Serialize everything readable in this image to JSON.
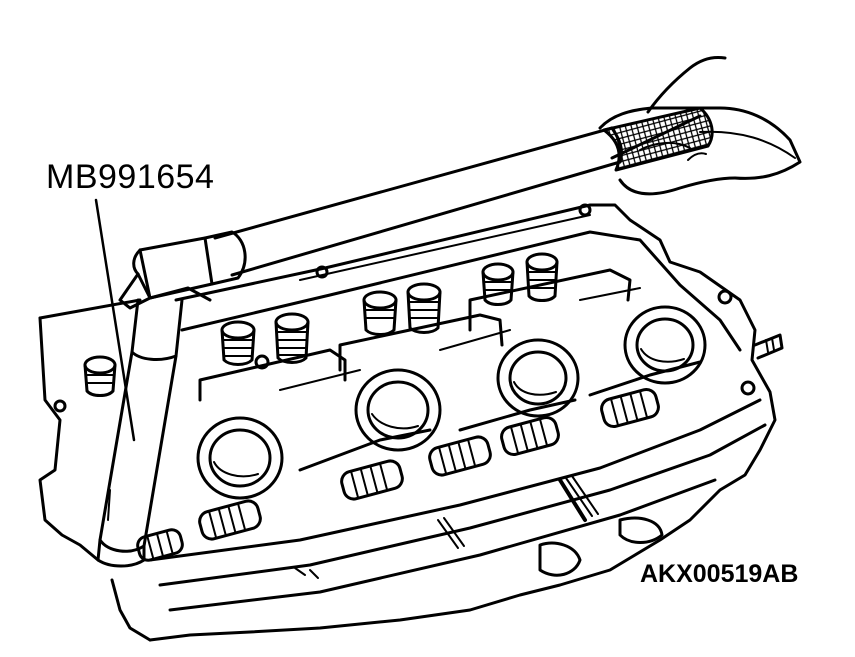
{
  "labels": {
    "tool": "MB991654",
    "figure_code": "AKX00519AB"
  },
  "colors": {
    "ink": "#000000",
    "paper": "#ffffff",
    "grip_pattern": "crosshatch"
  },
  "illustration": {
    "subject": "engine cylinder head with rocker arms, torque wrench with special tool socket and hand"
  }
}
